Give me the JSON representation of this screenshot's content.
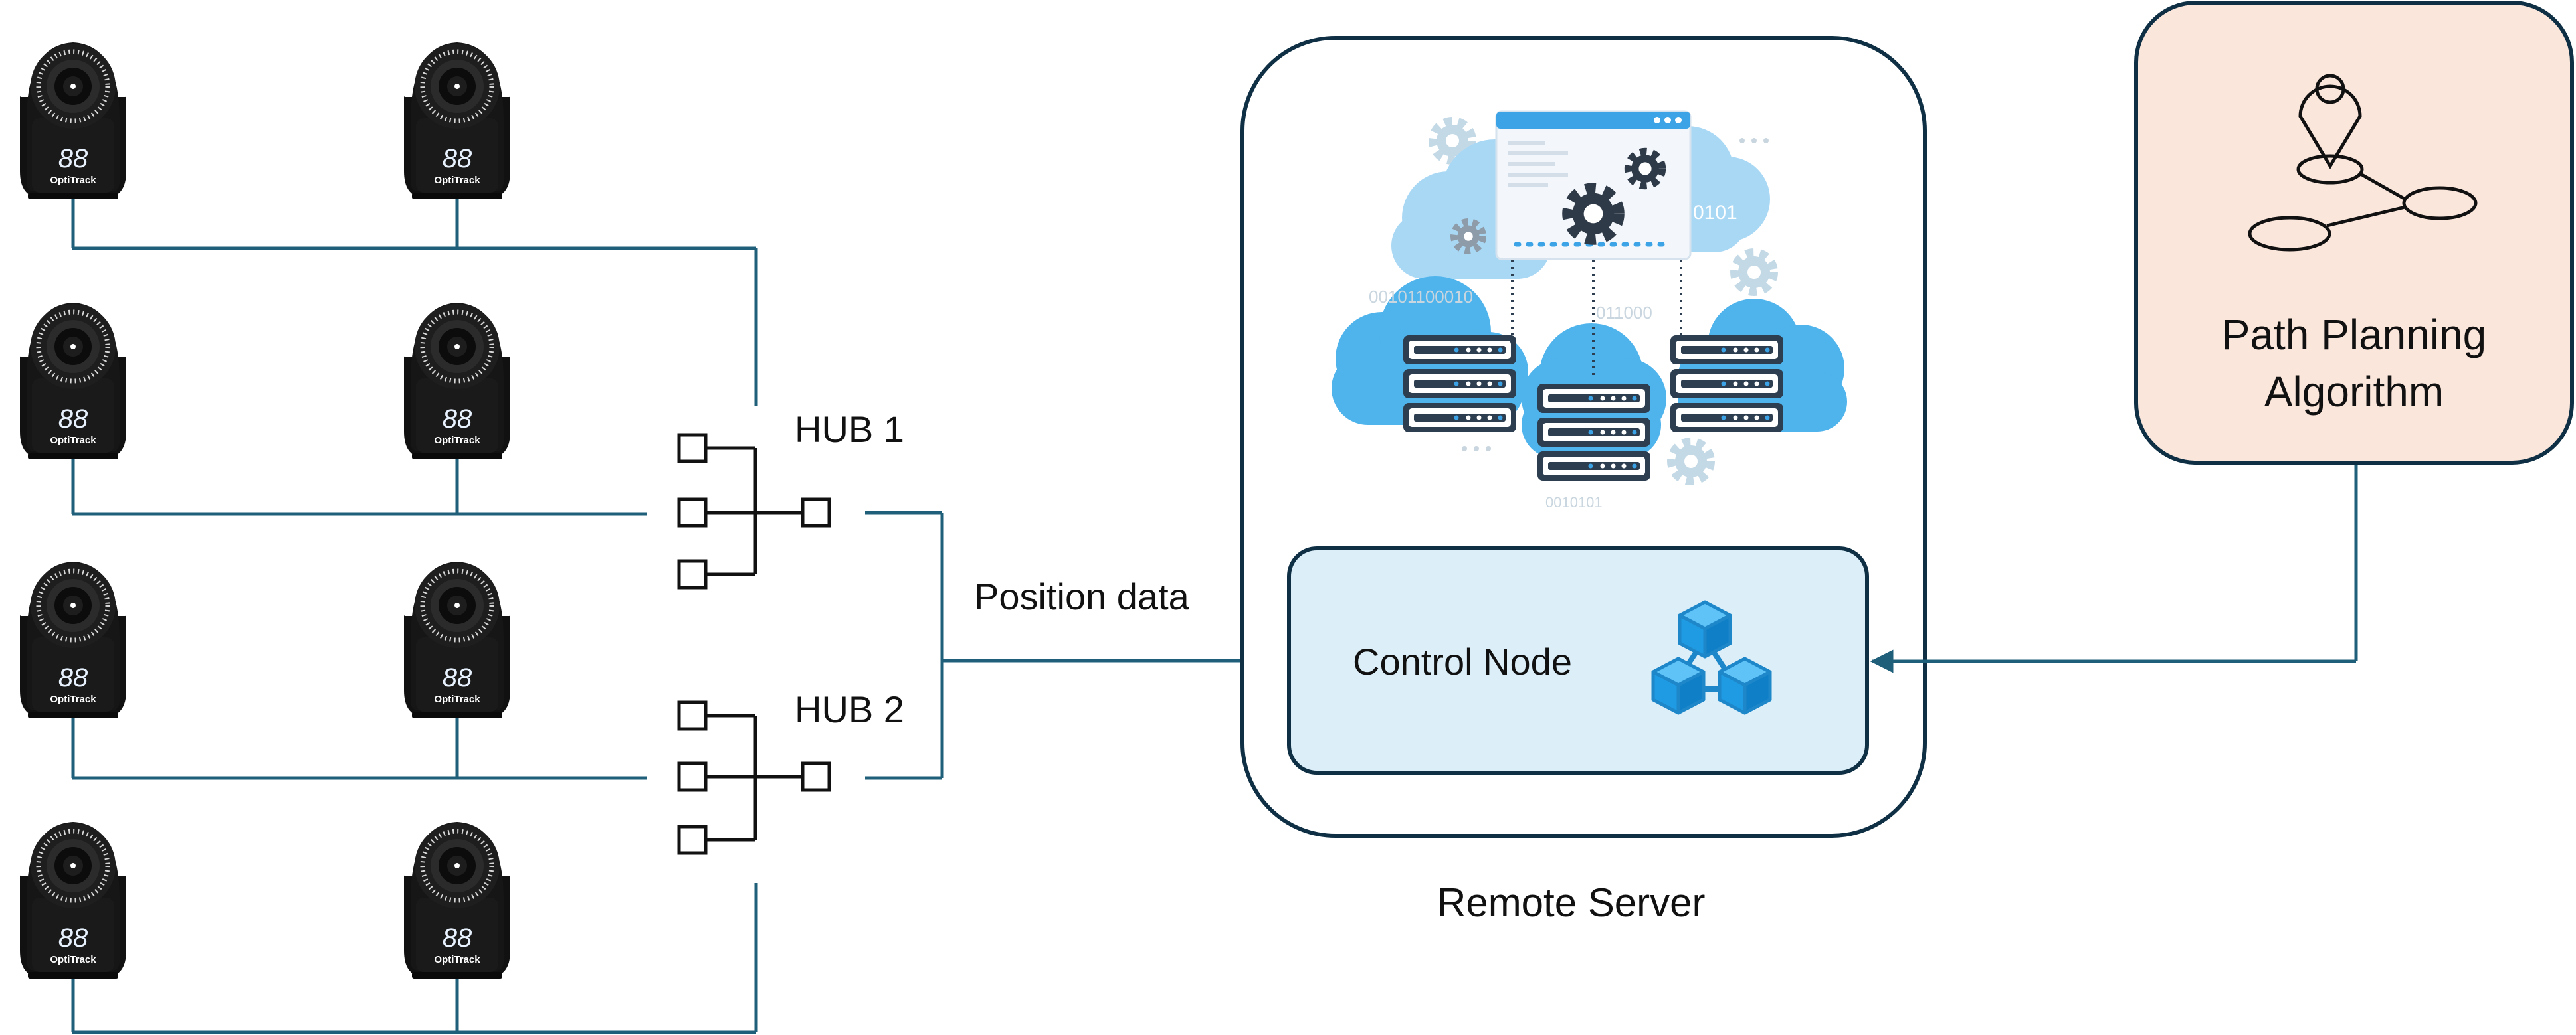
{
  "labels": {
    "hub1": "HUB 1",
    "hub2": "HUB 2",
    "position_data": "Position data",
    "control_node": "Control Node",
    "remote_server": "Remote Server",
    "path_planning_line1": "Path Planning",
    "path_planning_line2": "Algorithm"
  },
  "camera": {
    "brand": "OptiTrack",
    "display": "88",
    "count": 8
  },
  "server_art": {
    "binary_a": "0101",
    "binary_b": "00101100010",
    "binary_c": "011000",
    "binary_d": "0010101"
  },
  "colors": {
    "line": "#1F5F7A",
    "box_stroke": "#0F2F44",
    "control_fill": "#DCEFF9",
    "path_fill": "#FBE6DC",
    "cloud_light": "#A9D8F5",
    "cloud_mid": "#4FB3EC",
    "gear": "#2F3A48",
    "camera_body": "#151515"
  },
  "icons": [
    "camera-icon",
    "hub-icon",
    "cloud-server-icon",
    "blockchain-icon",
    "map-pin-graph-icon"
  ]
}
